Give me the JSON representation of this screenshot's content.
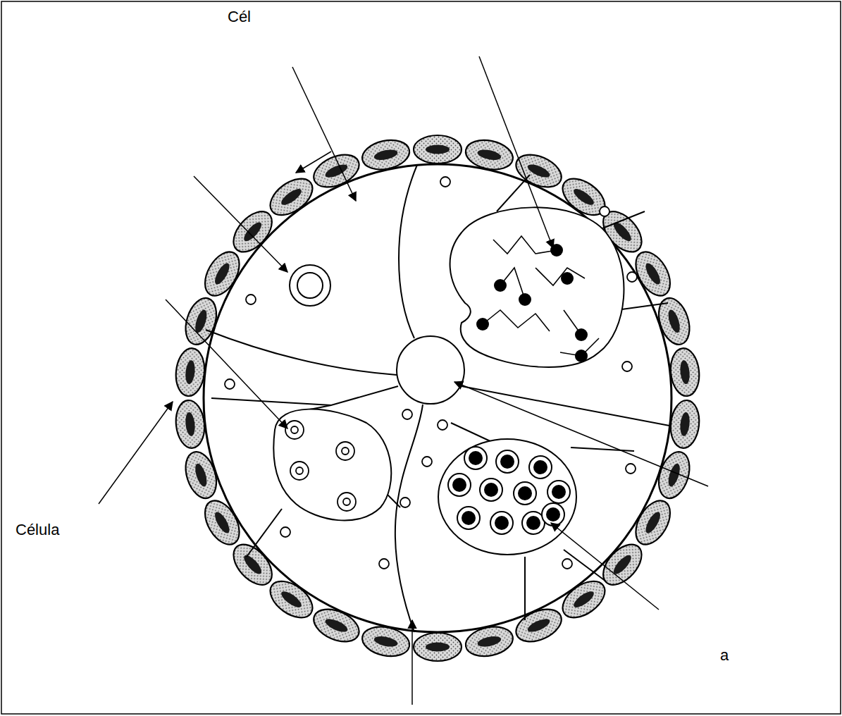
{
  "diagram": {
    "labels": [
      "Cél",
      "Célula",
      "a"
    ]
  }
}
